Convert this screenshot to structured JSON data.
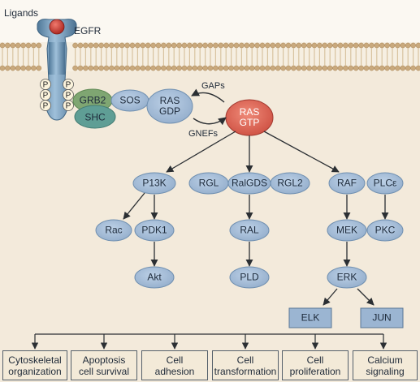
{
  "labels": {
    "ligands": "Ligands",
    "egfr": "EGFR",
    "gaps": "GAPs",
    "gnefs": "GNEFs",
    "p": "P"
  },
  "nodes": {
    "grb2": "GRB2",
    "sos": "SOS",
    "shc": "SHC",
    "ras_gdp": [
      "RAS",
      "GDP"
    ],
    "ras_gtp": [
      "RAS",
      "GTP"
    ],
    "p13k": "P13K",
    "rgl": "RGL",
    "ralgds": "RalGDS",
    "rgl2": "RGL2",
    "raf": "RAF",
    "plce": "PLCε",
    "rac": "Rac",
    "pdk1": "PDK1",
    "ral": "RAL",
    "mek": "MEK",
    "pkc": "PKC",
    "akt": "Akt",
    "pld": "PLD",
    "erk": "ERK",
    "elk": "ELK",
    "jun": "JUN"
  },
  "outcomes": [
    [
      "Cytoskeletal",
      "organization"
    ],
    [
      "Apoptosis",
      "cell survival"
    ],
    [
      "Cell",
      "adhesion"
    ],
    [
      "Cell",
      "transformation"
    ],
    [
      "Cell",
      "proliferation"
    ],
    [
      "Calcium",
      "signaling"
    ]
  ],
  "colors": {
    "membrane_head": "#c9a97d",
    "membrane_tail": "#d8c3a0",
    "receptor": "#6a93b3",
    "ligand": "#c2342e",
    "node_blue": "#9bb5d2",
    "node_red": "#d6584a",
    "green": "#7fa672",
    "teal": "#5f9e95",
    "box_blue": "#9bb5d2",
    "background": "#f6efe2"
  }
}
